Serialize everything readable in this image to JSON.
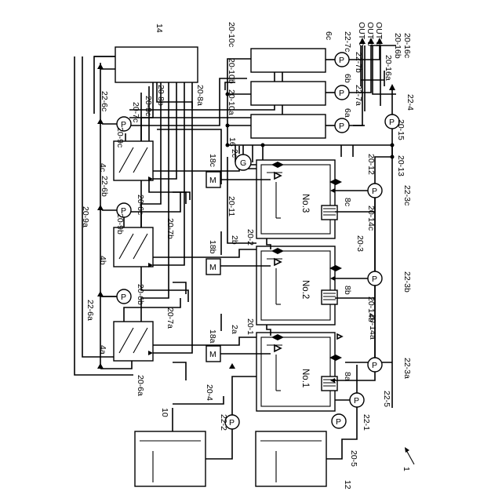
{
  "figure_number": "1",
  "tank_names": {
    "no1": "No.1",
    "no2": "No.2",
    "no3": "No.3"
  },
  "pump_letter": "P",
  "generator_letter": "G",
  "motor_letter": "M",
  "outputs": {
    "a": "OUT-a",
    "b": "OUT-b",
    "c": "OUT-c"
  },
  "labels": {
    "l_1": "1",
    "l_2a": "2a",
    "l_2b": "2b",
    "l_2c": "2c",
    "l_4a": "4a",
    "l_4b": "4b",
    "l_4c": "4c",
    "l_6a": "6a",
    "l_6b": "6b",
    "l_6c": "6c",
    "l_8a": "8a",
    "l_8b": "8b",
    "l_8c": "8c",
    "l_10": "10",
    "l_12": "12",
    "l_14": "14",
    "l_16": "16",
    "l_18a": "18a",
    "l_18b": "18b",
    "l_18c": "18c",
    "l_20_1": "20-1",
    "l_20_2": "20-2",
    "l_20_3": "20-3",
    "l_20_4": "20-4",
    "l_20_5": "20-5",
    "l_20_6a": "20-6a",
    "l_20_6b": "20-6b",
    "l_20_6c": "20-6c",
    "l_20_7a": "20-7a",
    "l_20_7b": "20-7b",
    "l_20_7c": "20-7c",
    "l_20_8a": "20-8a",
    "l_20_8b": "20-8b",
    "l_20_8c": "20-8c",
    "l_20_9a": "20-9a",
    "l_20_9b": "20-9b",
    "l_20_9c": "20-9c",
    "l_20_10a": "20-10a",
    "l_20_10b": "20-10b",
    "l_20_10c": "20-10c",
    "l_20_11": "20-11",
    "l_20_12": "20-12",
    "l_20_13": "20-13",
    "l_20_14a": "20-14a",
    "l_20_14b": "20-14b",
    "l_20_14c": "20-14c",
    "l_20_15": "20-15",
    "l_20_16a": "20-16a",
    "l_20_16b": "20-16b",
    "l_20_16c": "20-16c",
    "l_22_1": "22-1",
    "l_22_2": "22-2",
    "l_22_3a": "22-3a",
    "l_22_3b": "22-3b",
    "l_22_3c": "22-3c",
    "l_22_4": "22-4",
    "l_22_5": "22-5",
    "l_22_6a": "22-6a",
    "l_22_6b": "22-6b",
    "l_22_6c": "22-6c",
    "l_22_7a": "22-7a",
    "l_22_7b": "22-7b",
    "l_22_7c": "22-7c"
  }
}
